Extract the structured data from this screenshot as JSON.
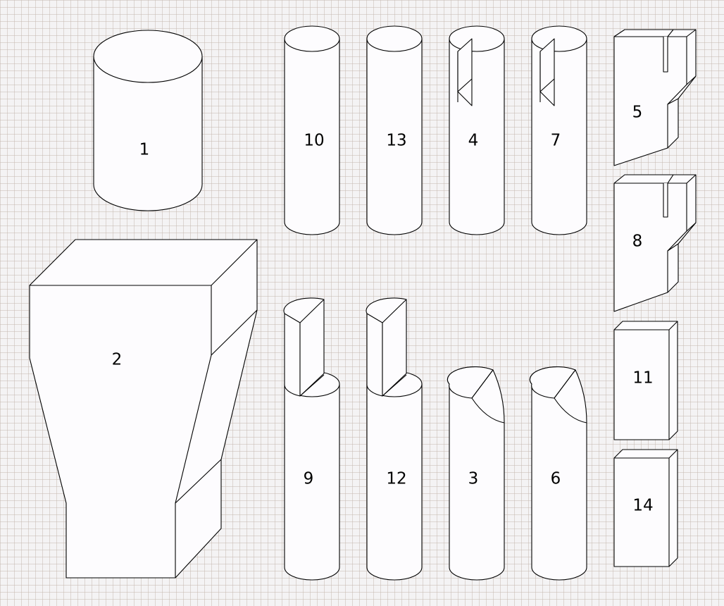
{
  "colors": {
    "background": "#f4f3f4",
    "grid_line": "#c4b7ae",
    "part_fill": "#fdfcfe",
    "outline": "#000000"
  },
  "parts": {
    "p1": "1",
    "p2": "2",
    "p3": "3",
    "p4": "4",
    "p5": "5",
    "p6": "6",
    "p7": "7",
    "p8": "8",
    "p9": "9",
    "p10": "10",
    "p11": "11",
    "p12": "12",
    "p13": "13",
    "p14": "14"
  }
}
